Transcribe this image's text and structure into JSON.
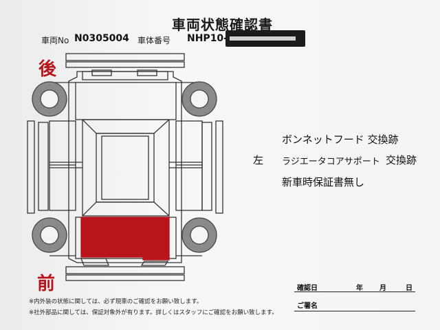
{
  "title": "車両状態確認書",
  "header": {
    "vehicle_no_label": "車両No",
    "vehicle_no": "N0305004",
    "chassis_no_label": "車体番号",
    "chassis_no": "NHP10-"
  },
  "diagram": {
    "rear_label": "後",
    "front_label": "前",
    "damage_color": "#b8141c"
  },
  "notes": {
    "line1": "ボンネットフード 交換跡",
    "side": "左",
    "line2_part": "ラジエータコアサポート",
    "line2_mark": "交換跡",
    "line3": "新車時保証書無し"
  },
  "footer": {
    "line1": "※内外装の状態に関しては、必ず現車のご確認をお願い致します。",
    "line2": "※社外部品に関しては、保証対象外が有ります。詳しくはスタッフにご確認をお願い致します。"
  },
  "signature": {
    "confirm_date_label": "確認日",
    "year": "年",
    "month": "月",
    "day": "日",
    "signature_label": "ご署名"
  }
}
